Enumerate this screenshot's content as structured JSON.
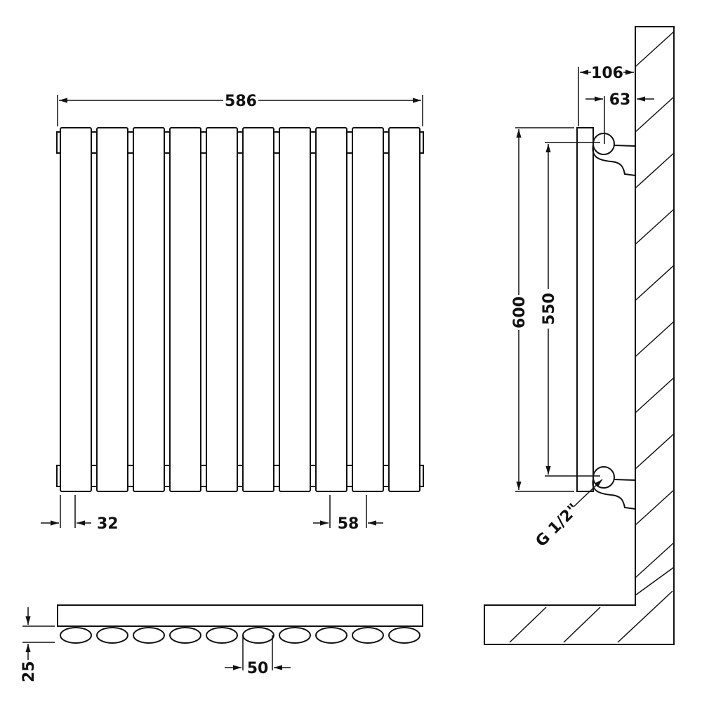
{
  "colors": {
    "line": "#111111",
    "background": "#ffffff"
  },
  "front_view": {
    "panel_count": 10,
    "width_label": "586",
    "panel_width_label": "32",
    "panel_pitch_label": "58"
  },
  "side_view": {
    "depth_label": "106",
    "pipe_offset_label": "63",
    "height_label": "600",
    "centres_label": "550",
    "connection_label": "G 1/2\""
  },
  "top_view": {
    "depth_label": "25",
    "tube_pitch_label": "50"
  }
}
